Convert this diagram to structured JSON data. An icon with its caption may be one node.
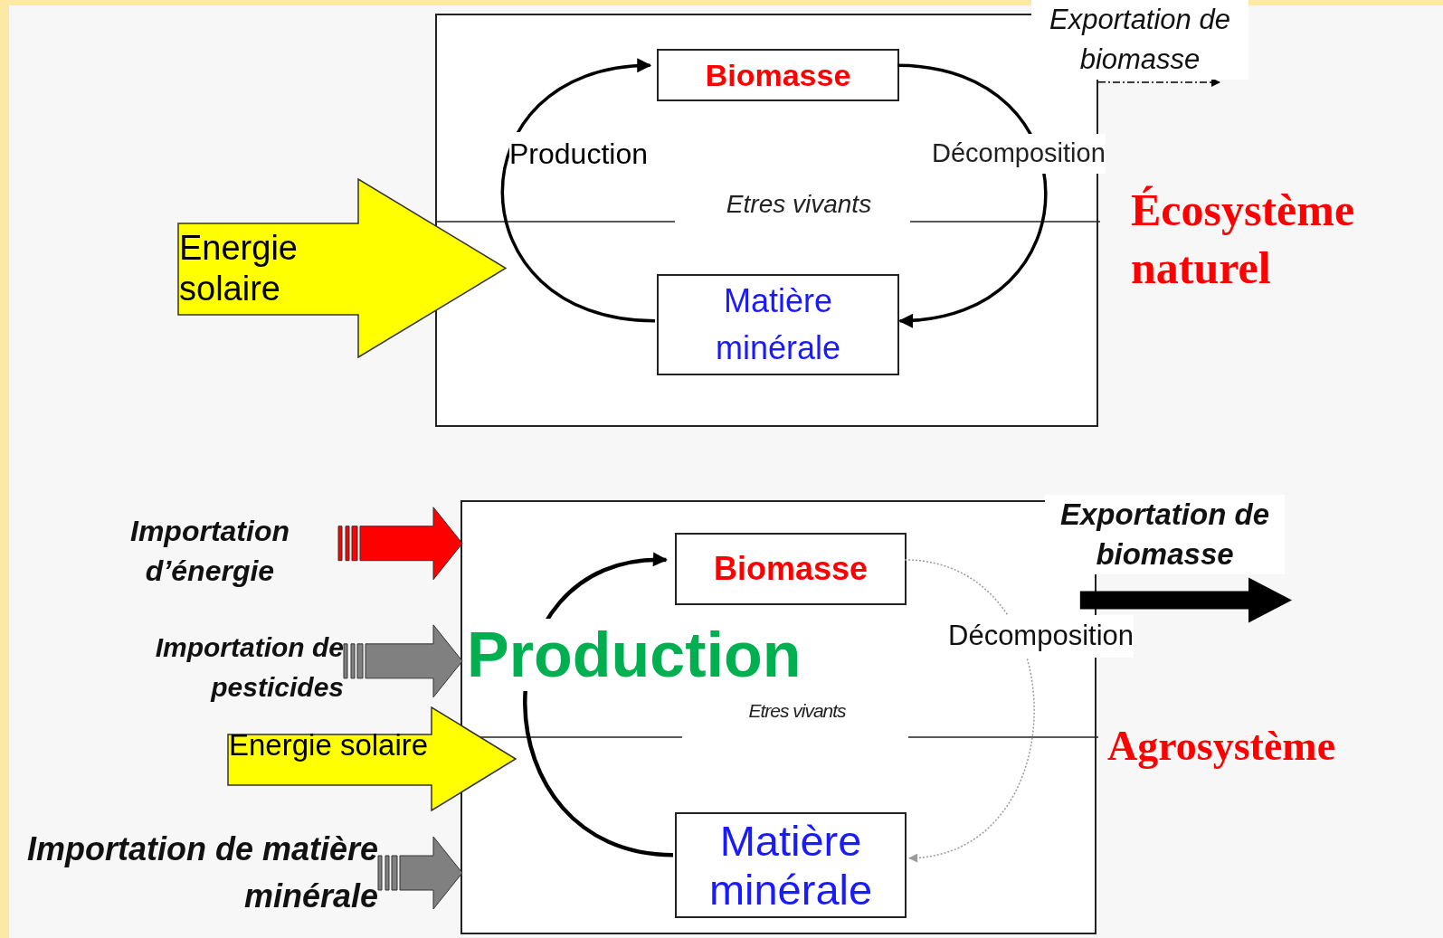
{
  "diagram": {
    "nodes": [
      {
        "text": [
          "Etres vivants"
        ]
      },
      {
        "text": [
          "Biomasse"
        ],
        "in": 0
      },
      {
        "text": [
          "Matière minérale"
        ],
        "in": 0
      },
      {
        "text": [
          "Energie solaire"
        ]
      },
      {
        "text": [
          "Etres vivants"
        ]
      },
      {
        "text": [
          "Biomasse"
        ],
        "in": 4
      },
      {
        "text": [
          "Matière minérale"
        ],
        "in": 4
      },
      {
        "text": [
          "Energie solaire"
        ]
      },
      {
        "text": [
          "Importation d’énergie"
        ]
      },
      {
        "text": [
          "Importation de pesticides"
        ]
      },
      {
        "text": [
          "Importation de matière minérale"
        ]
      }
    ],
    "edges": [
      {
        "from": 2,
        "to": 1,
        "arrow": "to",
        "label": "Production"
      },
      {
        "from": 1,
        "to": 2,
        "arrow": "to",
        "label": "Décomposition"
      },
      {
        "from": 0,
        "to": null,
        "arrow": "to",
        "label": "Exportation de biomasse",
        "style": "dashed"
      },
      {
        "from": 6,
        "to": 5,
        "arrow": "to",
        "label": "Production"
      },
      {
        "from": 5,
        "to": 6,
        "arrow": "to",
        "label": "Décomposition",
        "style": "dashed",
        "color": "#9a9a9a"
      },
      {
        "from": 8,
        "to": 4,
        "arrow": "to",
        "style": "thick",
        "color": "#ff0000"
      },
      {
        "from": 9,
        "to": 4,
        "arrow": "to",
        "style": "thick",
        "color": "#808080"
      },
      {
        "from": 10,
        "to": 4,
        "arrow": "to",
        "style": "thick",
        "color": "#808080"
      },
      {
        "from": 4,
        "to": null,
        "arrow": "to",
        "label": "Exportation de biomasse",
        "style": "thick",
        "color": "#000000"
      }
    ],
    "labels": [
      "Écosystème naturel",
      "Agrosystème"
    ]
  }
}
